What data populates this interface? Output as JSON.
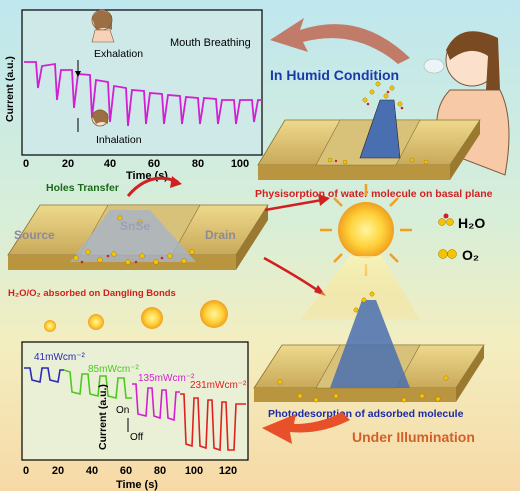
{
  "top_plot": {
    "ylabel": "Current (a.u.)",
    "xlabel": "Time (s)",
    "legend": "Mouth Breathing",
    "annot_exhale": "Exhalation",
    "annot_inhale": "Inhalation",
    "xticks": [
      "0",
      "20",
      "40",
      "60",
      "80",
      "100"
    ],
    "color": "#d21fd2"
  },
  "bottom_plot": {
    "ylabel": "Current (a.u.)",
    "xlabel": "Time (s)",
    "xticks": [
      "0",
      "20",
      "40",
      "60",
      "80",
      "100",
      "120"
    ],
    "on_label": "On",
    "off_label": "Off",
    "segments": [
      {
        "label": "41mWcm⁻²",
        "color": "#2a2ab8"
      },
      {
        "label": "85mWcm⁻²",
        "color": "#4ec81e"
      },
      {
        "label": "135mWcm⁻²",
        "color": "#d21fd2"
      },
      {
        "label": "231mWcm⁻²",
        "color": "#e02020"
      }
    ]
  },
  "labels": {
    "humid": "In Humid Condition",
    "physisorption": "Physisorption of water molecule on basal plane",
    "holes": "Holes Transfer",
    "source": "Source",
    "device": "SnSe",
    "drain": "Drain",
    "dangling": "H₂O/O₂ absorbed on Dangling Bonds",
    "photodesorption": "Photodesorption of adsorbed molecule",
    "illumination": "Under Illumination",
    "legend_h2o": "H₂O",
    "legend_o2": "O₂"
  }
}
